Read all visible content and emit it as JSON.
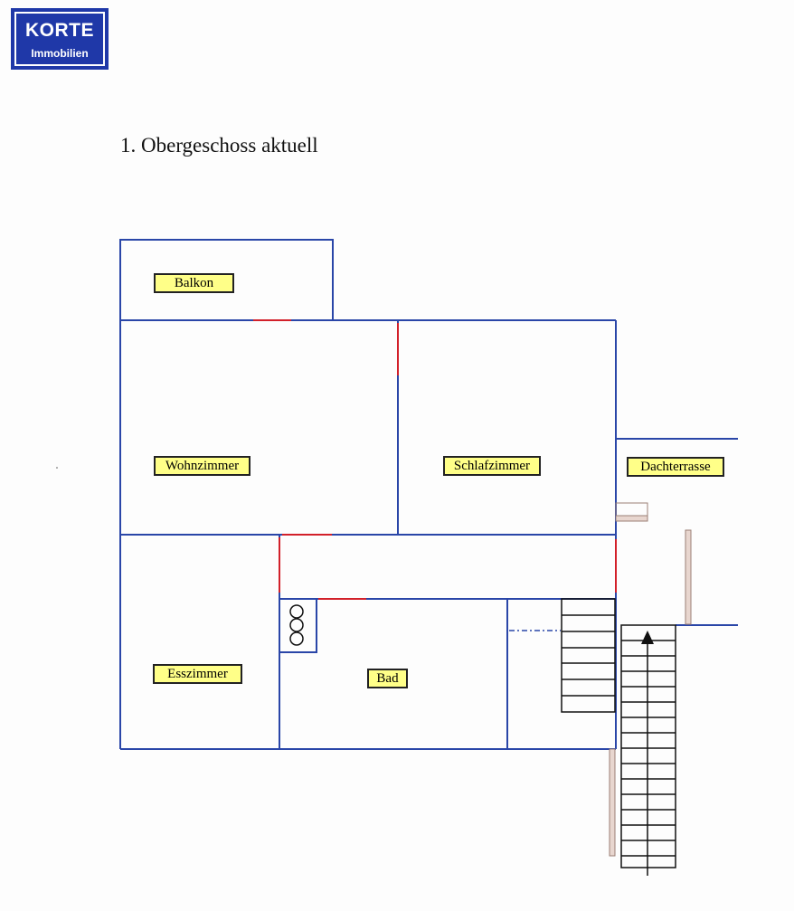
{
  "logo": {
    "line1": "KORTE",
    "line2": "Immobilien"
  },
  "title": "1. Obergeschoss aktuell",
  "rooms": {
    "balkon": "Balkon",
    "wohnzimmer": "Wohnzimmer",
    "schlafzimmer": "Schlafzimmer",
    "dachterrasse": "Dachterrasse",
    "esszimmer": "Esszimmer",
    "bad": "Bad"
  },
  "colors": {
    "wall": "#2a46a8",
    "door": "#d2202a",
    "label_fill": "#ffff88",
    "logo": "#1f38a8",
    "rail": "#c9a89c"
  },
  "icons": [
    "stair-direction-arrow-icon",
    "chimney-flue-icon"
  ]
}
